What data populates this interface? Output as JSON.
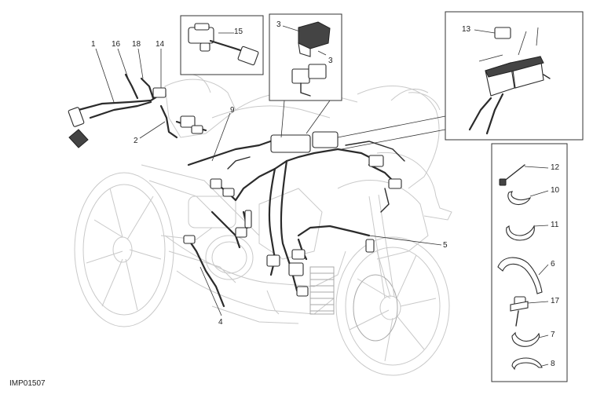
{
  "diagram": {
    "drawing_code": "IMP01507",
    "callouts": [
      {
        "id": "c1",
        "text": "1"
      },
      {
        "id": "c16",
        "text": "16"
      },
      {
        "id": "c18",
        "text": "18"
      },
      {
        "id": "c14",
        "text": "14"
      },
      {
        "id": "c2",
        "text": "2"
      },
      {
        "id": "c9",
        "text": "9"
      },
      {
        "id": "c15",
        "text": "15"
      },
      {
        "id": "c3a",
        "text": "3"
      },
      {
        "id": "c3b",
        "text": "3"
      },
      {
        "id": "c13",
        "text": "13"
      },
      {
        "id": "c5",
        "text": "5"
      },
      {
        "id": "c4",
        "text": "4"
      },
      {
        "id": "c12",
        "text": "12"
      },
      {
        "id": "c10",
        "text": "10"
      },
      {
        "id": "c11",
        "text": "11"
      },
      {
        "id": "c6",
        "text": "6"
      },
      {
        "id": "c17",
        "text": "17"
      },
      {
        "id": "c7",
        "text": "7"
      },
      {
        "id": "c8",
        "text": "8"
      }
    ]
  }
}
